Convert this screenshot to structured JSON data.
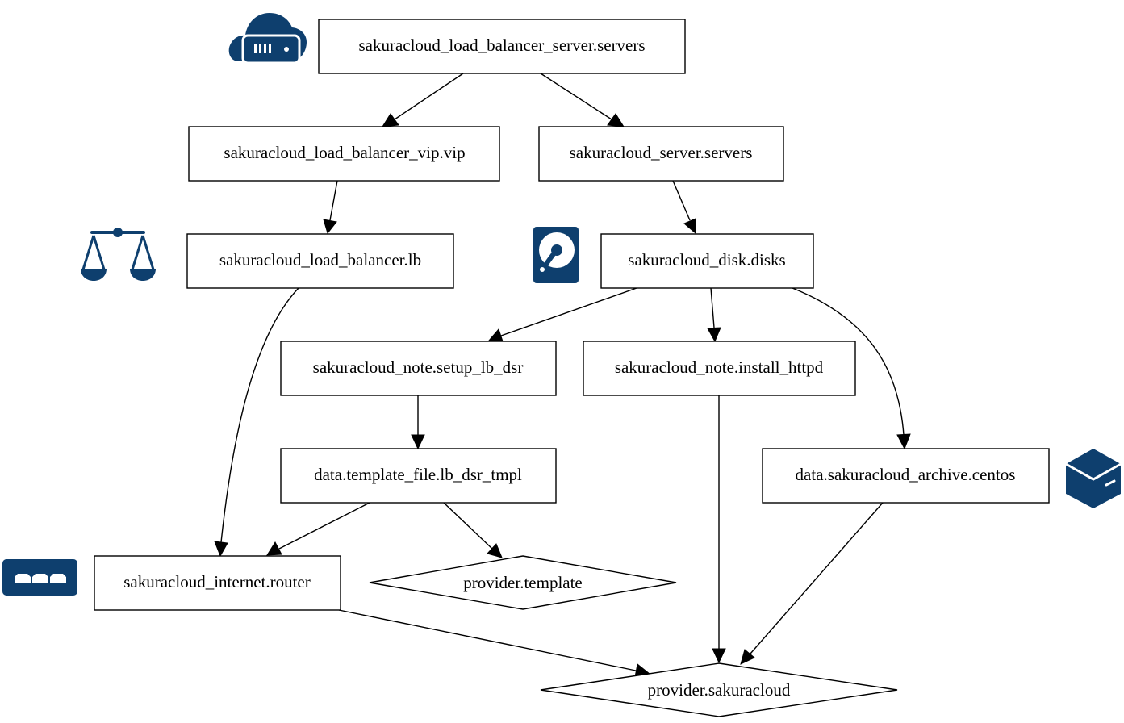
{
  "colors": {
    "icon": "#0e3f6e",
    "line": "#000000",
    "node_fill": "#ffffff"
  },
  "nodes": {
    "lb_server_servers": "sakuracloud_load_balancer_server.servers",
    "lb_vip": "sakuracloud_load_balancer_vip.vip",
    "server_servers": "sakuracloud_server.servers",
    "load_balancer_lb": "sakuracloud_load_balancer.lb",
    "disk_disks": "sakuracloud_disk.disks",
    "note_setup_lb_dsr": "sakuracloud_note.setup_lb_dsr",
    "note_install_httpd": "sakuracloud_note.install_httpd",
    "template_file": "data.template_file.lb_dsr_tmpl",
    "archive_centos": "data.sakuracloud_archive.centos",
    "internet_router": "sakuracloud_internet.router",
    "provider_template": "provider.template",
    "provider_sakuracloud": "provider.sakuracloud"
  },
  "icons": {
    "cloud_server": "cloud-server-icon",
    "scale": "balance-scale-icon",
    "disk": "hard-disk-icon",
    "archive": "archive-box-icon",
    "router": "router-icon"
  }
}
